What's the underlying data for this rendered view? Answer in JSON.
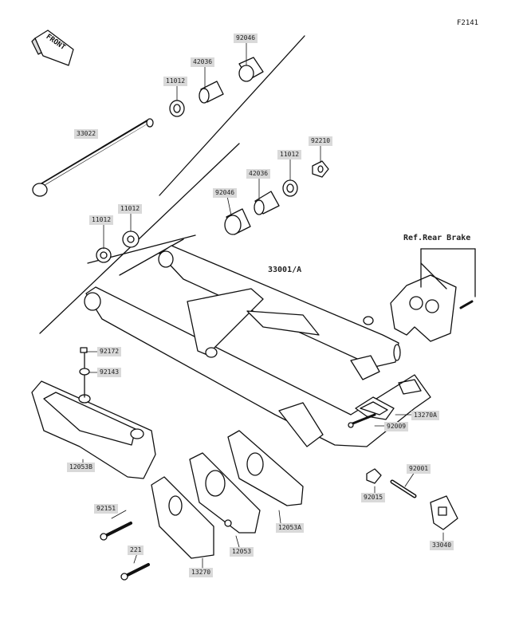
{
  "diagram": {
    "code": "F2141",
    "front_label": "FRONT",
    "main_label": "33001/A",
    "ref_label": "Ref.Rear Brake",
    "parts": [
      {
        "id": "p-92046a",
        "text": "92046"
      },
      {
        "id": "p-42036a",
        "text": "42036"
      },
      {
        "id": "p-11012a",
        "text": "11012"
      },
      {
        "id": "p-33022",
        "text": "33022"
      },
      {
        "id": "p-92210",
        "text": "92210"
      },
      {
        "id": "p-11012b",
        "text": "11012"
      },
      {
        "id": "p-42036b",
        "text": "42036"
      },
      {
        "id": "p-92046b",
        "text": "92046"
      },
      {
        "id": "p-11012c",
        "text": "11012"
      },
      {
        "id": "p-11012d",
        "text": "11012"
      },
      {
        "id": "p-92172",
        "text": "92172"
      },
      {
        "id": "p-92143",
        "text": "92143"
      },
      {
        "id": "p-12053b",
        "text": "12053B"
      },
      {
        "id": "p-92151",
        "text": "92151"
      },
      {
        "id": "p-221",
        "text": "221"
      },
      {
        "id": "p-13270",
        "text": "13270"
      },
      {
        "id": "p-12053",
        "text": "12053"
      },
      {
        "id": "p-12053a",
        "text": "12053A"
      },
      {
        "id": "p-92015",
        "text": "92015"
      },
      {
        "id": "p-92009",
        "text": "92009"
      },
      {
        "id": "p-13270a",
        "text": "13270A"
      },
      {
        "id": "p-92001",
        "text": "92001"
      },
      {
        "id": "p-33040",
        "text": "33040"
      }
    ]
  }
}
